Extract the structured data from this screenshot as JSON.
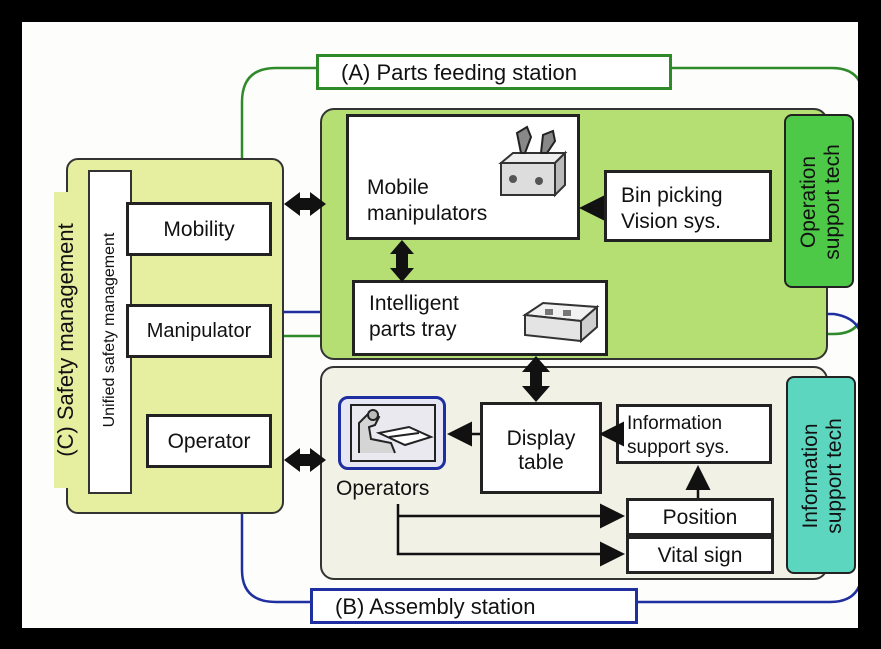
{
  "stations": {
    "parts_feeding": "(A) Parts feeding station",
    "assembly": "(B) Assembly station",
    "safety": "(C) Safety management"
  },
  "safety": {
    "unified": "Unified safety management",
    "items": [
      "Mobility",
      "Manipulator",
      "Operator"
    ]
  },
  "parts_feeding": {
    "mobile": [
      "Mobile",
      "manipulators"
    ],
    "bin": [
      "Bin picking",
      "Vision sys."
    ],
    "tray": [
      "Intelligent",
      "parts tray"
    ],
    "side_tag": [
      "Operation",
      "support tech"
    ]
  },
  "assembly": {
    "operators": "Operators",
    "display": [
      "Display",
      "table"
    ],
    "info": [
      "Information",
      "support sys."
    ],
    "position": "Position",
    "vital": "Vital sign",
    "side_tag": [
      "Information",
      "support tech"
    ]
  },
  "colors": {
    "green_station": "#2f8a2a",
    "blue_station": "#1f2fa0",
    "green_fill": "#b6df73",
    "yellow_fill": "#e6ee9f",
    "op_tag": "#4ec847",
    "info_tag": "#5dd6c0",
    "gray_fill": "#f1f1e6"
  },
  "icons": [
    "robot-arm-icon",
    "parts-tray-icon",
    "operator-desk-icon",
    "double-arrow-icon"
  ]
}
